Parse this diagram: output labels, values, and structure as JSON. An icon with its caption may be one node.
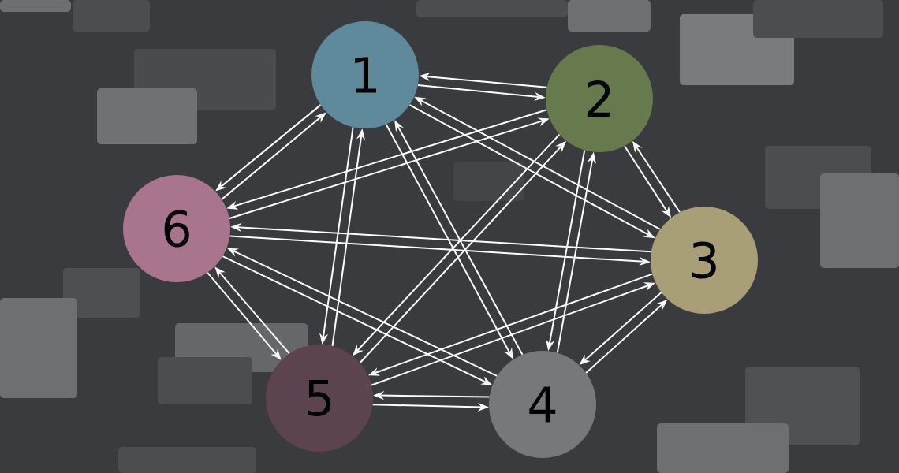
{
  "diagram": {
    "nodes": [
      {
        "text": [
          "1"
        ]
      },
      {
        "text": [
          "2"
        ]
      },
      {
        "text": [
          "3"
        ]
      },
      {
        "text": [
          "4"
        ]
      },
      {
        "text": [
          "5"
        ]
      },
      {
        "text": [
          "6"
        ]
      }
    ],
    "edges": [
      {
        "from": 0,
        "to": 1,
        "arrow": "to"
      },
      {
        "from": 1,
        "to": 0,
        "arrow": "to"
      },
      {
        "from": 0,
        "to": 2,
        "arrow": "to"
      },
      {
        "from": 2,
        "to": 0,
        "arrow": "to"
      },
      {
        "from": 0,
        "to": 3,
        "arrow": "to"
      },
      {
        "from": 3,
        "to": 0,
        "arrow": "to"
      },
      {
        "from": 0,
        "to": 4,
        "arrow": "to"
      },
      {
        "from": 4,
        "to": 0,
        "arrow": "to"
      },
      {
        "from": 0,
        "to": 5,
        "arrow": "to"
      },
      {
        "from": 5,
        "to": 0,
        "arrow": "to"
      },
      {
        "from": 1,
        "to": 2,
        "arrow": "to"
      },
      {
        "from": 2,
        "to": 1,
        "arrow": "to"
      },
      {
        "from": 1,
        "to": 3,
        "arrow": "to"
      },
      {
        "from": 3,
        "to": 1,
        "arrow": "to"
      },
      {
        "from": 1,
        "to": 4,
        "arrow": "to"
      },
      {
        "from": 4,
        "to": 1,
        "arrow": "to"
      },
      {
        "from": 1,
        "to": 5,
        "arrow": "to"
      },
      {
        "from": 5,
        "to": 1,
        "arrow": "to"
      },
      {
        "from": 2,
        "to": 3,
        "arrow": "to"
      },
      {
        "from": 3,
        "to": 2,
        "arrow": "to"
      },
      {
        "from": 2,
        "to": 4,
        "arrow": "to"
      },
      {
        "from": 4,
        "to": 2,
        "arrow": "to"
      },
      {
        "from": 2,
        "to": 5,
        "arrow": "to"
      },
      {
        "from": 5,
        "to": 2,
        "arrow": "to"
      },
      {
        "from": 3,
        "to": 4,
        "arrow": "to"
      },
      {
        "from": 4,
        "to": 3,
        "arrow": "to"
      },
      {
        "from": 3,
        "to": 5,
        "arrow": "to"
      },
      {
        "from": 5,
        "to": 3,
        "arrow": "to"
      },
      {
        "from": 4,
        "to": 5,
        "arrow": "to"
      },
      {
        "from": 5,
        "to": 4,
        "arrow": "to"
      }
    ]
  }
}
